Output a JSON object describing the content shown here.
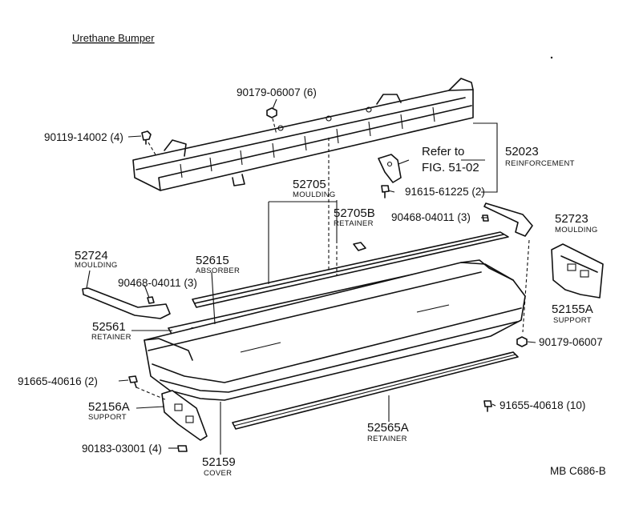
{
  "title": "Urethane Bumper",
  "drawing_code": "MB C686-B",
  "reference": {
    "line1": "Refer to",
    "line2": "FIG. 51-02"
  },
  "callouts": {
    "c1": {
      "part_no": "90179-06007 (6)"
    },
    "c2": {
      "part_no": "90119-14002 (4)"
    },
    "c3": {
      "part_no": "52023",
      "name": "REINFORCEMENT"
    },
    "c4": {
      "part_no": "52705",
      "name": "MOULDING"
    },
    "c5": {
      "part_no": "91615-61225 (2)"
    },
    "c6": {
      "part_no": "52705B",
      "name": "RETAINER"
    },
    "c7": {
      "part_no": "90468-04011 (3)"
    },
    "c8": {
      "part_no": "52723",
      "name": "MOULDING"
    },
    "c9": {
      "part_no": "52724",
      "name": "MOULDING"
    },
    "c10": {
      "part_no": "52615",
      "name": "ABSORBER"
    },
    "c11": {
      "part_no": "90468-04011 (3)"
    },
    "c12": {
      "part_no": "52155A",
      "name": "SUPPORT"
    },
    "c13": {
      "part_no": "52561",
      "name": "RETAINER"
    },
    "c14": {
      "part_no": "90179-06007"
    },
    "c15": {
      "part_no": "91665-40616 (2)"
    },
    "c16": {
      "part_no": "52156A",
      "name": "SUPPORT"
    },
    "c17": {
      "part_no": "91655-40618 (10)"
    },
    "c18": {
      "part_no": "52565A",
      "name": "RETAINER"
    },
    "c19": {
      "part_no": "90183-03001 (4)"
    },
    "c20": {
      "part_no": "52159",
      "name": "COVER"
    }
  }
}
